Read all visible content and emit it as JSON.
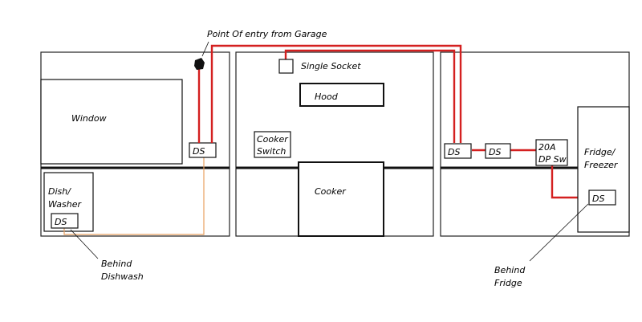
{
  "labels": {
    "entry_point": "Point Of entry from Garage",
    "window": "Window",
    "dishwasher_line1": "Dish/",
    "dishwasher_line2": "Washer",
    "ds_short": "DS",
    "behind_dishwasher_line1": "Behind",
    "behind_dishwasher_line2": "Dishwash",
    "single_socket": "Single Socket",
    "hood": "Hood",
    "cooker_switch_line1": "Cooker",
    "cooker_switch_line2": "Switch",
    "cooker": "Cooker",
    "dp_switch_line1": "20A",
    "dp_switch_line2": "DP Sw",
    "fridge_freezer_line1": "Fridge/",
    "fridge_freezer_line2": "Freezer",
    "behind_fridge_line1": "Behind",
    "behind_fridge_line2": "Fridge"
  },
  "colors": {
    "power_cable": "#d42020",
    "dishwasher_cable": "#e8a060",
    "outline": "#111111"
  }
}
